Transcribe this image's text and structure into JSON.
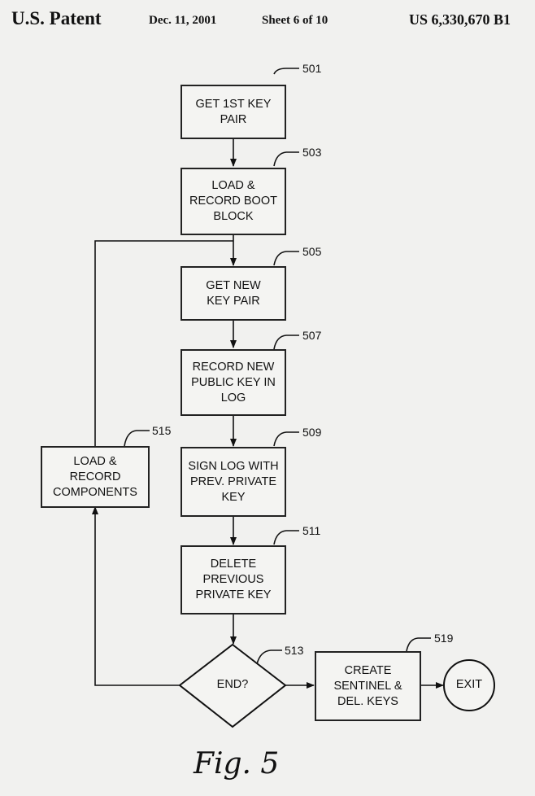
{
  "header": {
    "title": "U.S. Patent",
    "date": "Dec. 11, 2001",
    "sheet": "Sheet 6 of 10",
    "patent_number": "US 6,330,670 B1"
  },
  "nodes": {
    "n501": {
      "ref": "501",
      "text": "GET 1ST KEY PAIR"
    },
    "n503": {
      "ref": "503",
      "text": "LOAD & RECORD BOOT BLOCK"
    },
    "n505": {
      "ref": "505",
      "text": "GET NEW KEY PAIR"
    },
    "n507": {
      "ref": "507",
      "text": "RECORD NEW PUBLIC KEY IN LOG"
    },
    "n509": {
      "ref": "509",
      "text": "SIGN LOG WITH PREV. PRIVATE KEY"
    },
    "n511": {
      "ref": "511",
      "text": "DELETE PREVIOUS PRIVATE KEY"
    },
    "n513": {
      "ref": "513",
      "text": "END?"
    },
    "n515": {
      "ref": "515",
      "text": "LOAD & RECORD COMPONENTS"
    },
    "n519": {
      "ref": "519",
      "text": "CREATE SENTINEL & DEL. KEYS"
    },
    "exit": {
      "text": "EXIT"
    }
  },
  "edges": [
    {
      "from": "501",
      "to": "503"
    },
    {
      "from": "503",
      "to": "505"
    },
    {
      "from": "505",
      "to": "507"
    },
    {
      "from": "507",
      "to": "509"
    },
    {
      "from": "509",
      "to": "511"
    },
    {
      "from": "511",
      "to": "513"
    },
    {
      "from": "513",
      "to": "519",
      "label": ""
    },
    {
      "from": "513",
      "to": "515",
      "label": ""
    },
    {
      "from": "515",
      "to": "505"
    },
    {
      "from": "519",
      "to": "EXIT"
    }
  ],
  "figure_caption": "Fig. 5"
}
